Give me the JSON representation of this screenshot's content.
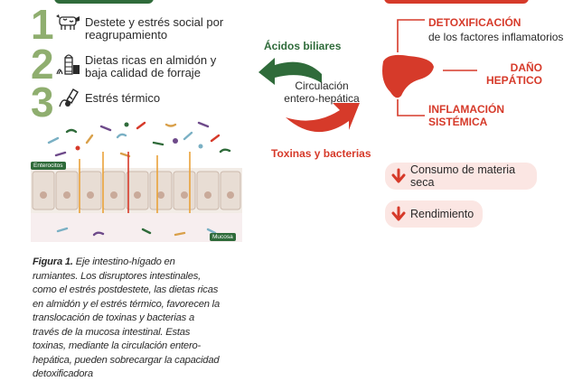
{
  "causes": [
    {
      "number": "1",
      "icon": "cow-icon",
      "text": "Destete y estrés social por reagrupamiento"
    },
    {
      "number": "2",
      "icon": "silo-icon",
      "text": "Dietas ricas en almidón y baja calidad de forraje"
    },
    {
      "number": "3",
      "icon": "thermometer-icon",
      "text": "Estrés térmico"
    }
  ],
  "intestine": {
    "enterocytes_label": "Enterocitos",
    "mucosa_label": "Mucosa"
  },
  "flow": {
    "bile_acids_label": "Ácidos biliares",
    "circulation_label": "Circulación entero-hepática",
    "toxins_label": "Toxinas y bacterias"
  },
  "liver": {
    "detox_title": "DETOXIFICACIÓN",
    "detox_sub": "de los factores inflamatorios",
    "damage_label": "DAÑO HEPÁTICO",
    "inflammation_label": "INFLAMACIÓN SISTÉMICA"
  },
  "outcomes": [
    {
      "icon": "arrow-down-icon",
      "text": "Consumo de materia seca"
    },
    {
      "icon": "arrow-down-icon",
      "text": "Rendimiento"
    }
  ],
  "caption": {
    "label": "Figura 1.",
    "text": "Eje intestino-hígado en rumiantes. Los disruptores intestinales, como el estrés postdestete, las dietas ricas en almidón y el estrés térmico, favorecen la translocación de toxinas y bacterias a través de la mucosa intestinal. Estas toxinas, mediante la circulación entero-hepática, pueden sobrecargar la capacidad detoxificadora"
  },
  "colors": {
    "green_dark": "#2f6b3a",
    "green_light": "#8fae6f",
    "red": "#d63a2a",
    "pink_pill": "#fbe6e3"
  }
}
